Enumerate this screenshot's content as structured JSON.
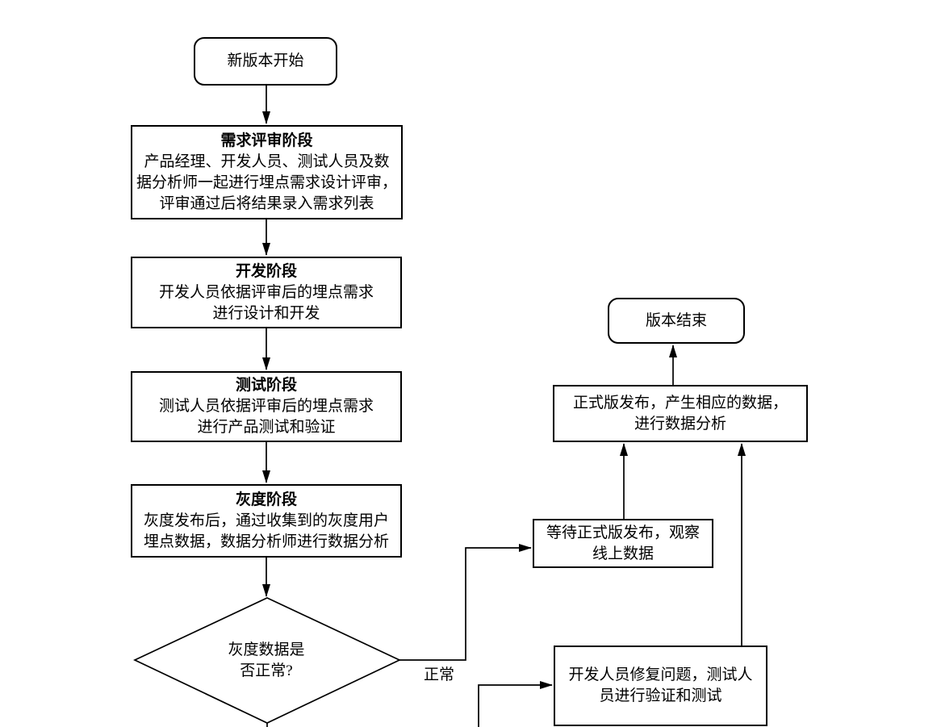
{
  "colors": {
    "stroke": "#000000",
    "background": "#ffffff",
    "text": "#000000"
  },
  "nodes": {
    "start": {
      "label": "新版本开始"
    },
    "review": {
      "title": "需求评审阶段",
      "lines": [
        "产品经理、开发人员、测试人员及数",
        "据分析师一起进行埋点需求设计评审，",
        "评审通过后将结果录入需求列表"
      ]
    },
    "dev": {
      "title": "开发阶段",
      "lines": [
        "开发人员依据评审后的埋点需求",
        "进行设计和开发"
      ]
    },
    "test": {
      "title": "测试阶段",
      "lines": [
        "测试人员依据评审后的埋点需求",
        "进行产品测试和验证"
      ]
    },
    "gray": {
      "title": "灰度阶段",
      "lines": [
        "灰度发布后，通过收集到的灰度用户",
        "埋点数据，数据分析师进行数据分析"
      ]
    },
    "decision": {
      "lines": [
        "灰度数据是",
        "否正常?"
      ]
    },
    "wait": {
      "lines": [
        "等待正式版发布，观察",
        "线上数据"
      ]
    },
    "release": {
      "lines": [
        "正式版发布，产生相应的数据，",
        "进行数据分析"
      ]
    },
    "end": {
      "label": "版本结束"
    },
    "fix": {
      "lines": [
        "开发人员修复问题，测试人",
        "员进行验证和测试"
      ]
    }
  },
  "edge_labels": {
    "normal": "正常"
  }
}
